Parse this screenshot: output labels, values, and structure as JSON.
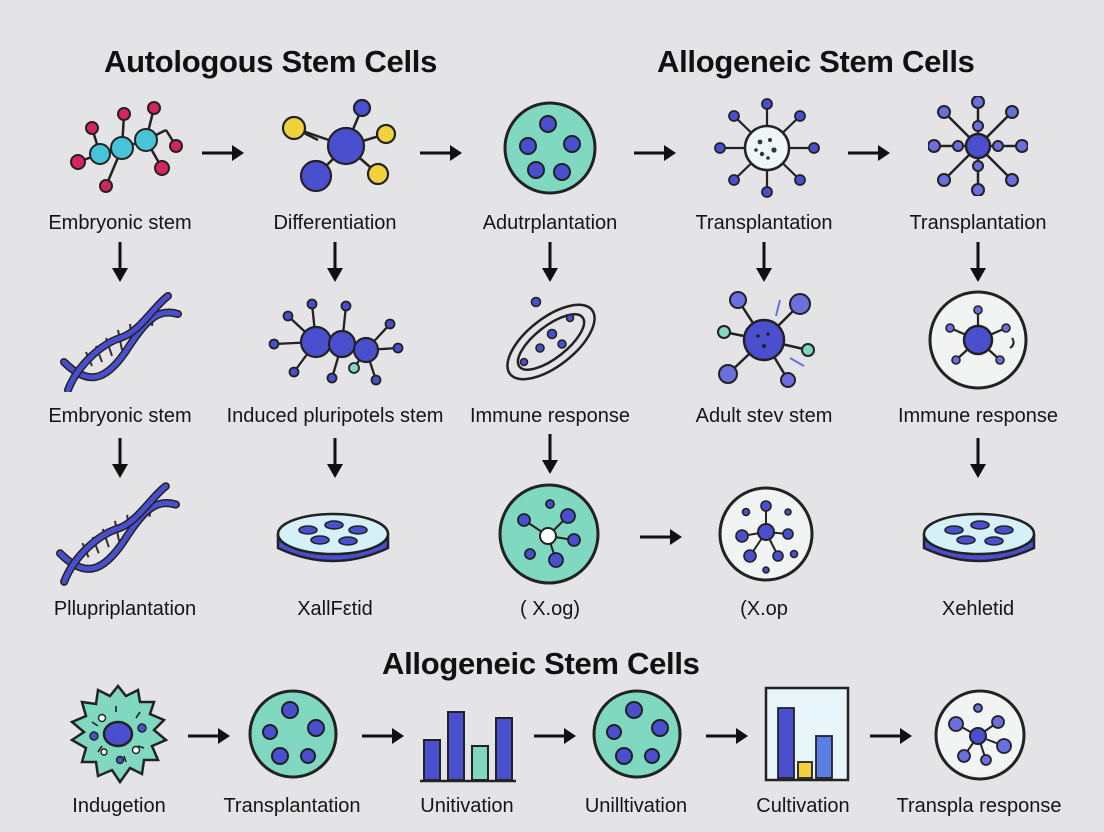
{
  "headings": {
    "left_top": "Autologous Stem Cells",
    "right_top": "Allogeneic Stem Cells",
    "bottom": "Allogeneic Stem Cells"
  },
  "grid": {
    "row1": [
      "Embryonic stem",
      "Differentiation",
      "Adutrplantation",
      "Transplantation",
      "Transplantation"
    ],
    "row2": [
      "Embryonic stem",
      "Induced pluripotels stem",
      "Immune response",
      "Adult stev stem",
      "Immune response"
    ],
    "row3": [
      "Pllupriplantation",
      "XallFεtid",
      "( X.og)",
      "(X.op",
      "Xehletid"
    ]
  },
  "bottom_row": [
    "Indugetion",
    "Transplantation",
    "Unitivation",
    "Unilltivation",
    "Cultivation",
    "Transpla response"
  ],
  "icons": {
    "row1": [
      "molecule-chain-icon",
      "molecule-cluster-icon",
      "cell-sphere-icon",
      "spiky-cell-icon",
      "star-cell-icon"
    ],
    "row2": [
      "dna-helix-icon",
      "molecule-network-icon",
      "orbit-cell-icon",
      "network-cell-icon",
      "circle-cell-icon"
    ],
    "row3": [
      "dna-helix-icon",
      "petri-dish-icon",
      "cell-sphere-icon",
      "network-cell-icon",
      "petri-dish-icon"
    ],
    "bottom": [
      "virus-cell-icon",
      "cell-sphere-icon",
      "bar-chart-icon",
      "cell-sphere-icon",
      "bar-chart-box-icon",
      "network-cell-icon"
    ]
  },
  "colors": {
    "background": "#e4e4e6",
    "cell_fill": "#7fd8bf",
    "blue": "#4a4fcf",
    "magenta": "#d8245e",
    "cyan": "#48c4d8",
    "yellow": "#f1d23c"
  }
}
